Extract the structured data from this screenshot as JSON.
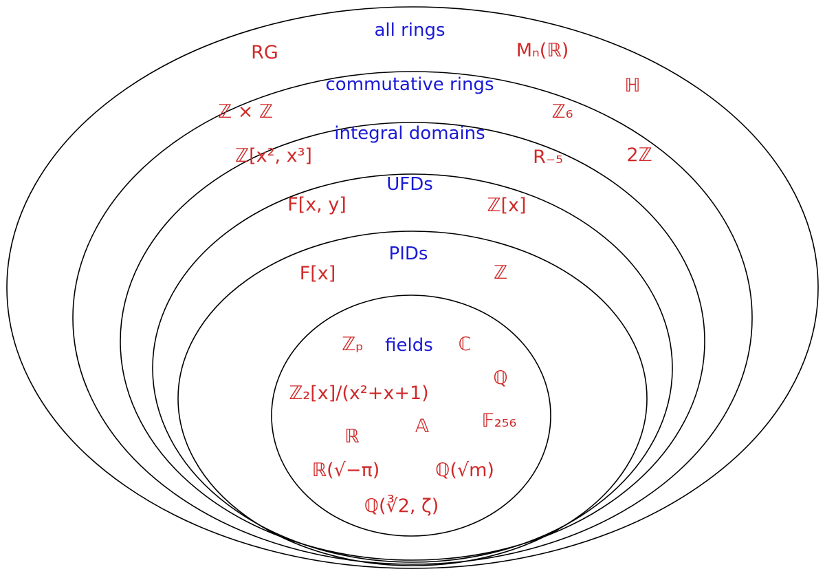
{
  "colors": {
    "class_label": "#1a1ad6",
    "example": "#d02a2a",
    "ring_stroke": "#000000"
  },
  "rings": [
    {
      "label": "all rings",
      "examples": [
        {
          "id": "rg",
          "text": "RG"
        },
        {
          "id": "matrix-ring",
          "text": "Mₙ(ℝ)"
        },
        {
          "id": "quaternions",
          "text": "ℍ"
        }
      ]
    },
    {
      "label": "commutative rings",
      "examples": [
        {
          "id": "z-times-z",
          "text": "ℤ × ℤ"
        },
        {
          "id": "z6",
          "text": "ℤ₆"
        },
        {
          "id": "two-z",
          "text": "2ℤ"
        }
      ]
    },
    {
      "label": "integral domains",
      "examples": [
        {
          "id": "z-x2-x3",
          "text": "ℤ[x², x³]"
        },
        {
          "id": "r-minus5",
          "text": "R₋₅"
        }
      ]
    },
    {
      "label": "UFDs",
      "examples": [
        {
          "id": "f-x-y",
          "text": "F[x, y]"
        },
        {
          "id": "z-x",
          "text": "ℤ[x]"
        }
      ]
    },
    {
      "label": "PIDs",
      "examples": [
        {
          "id": "f-x",
          "text": "F[x]"
        },
        {
          "id": "integers",
          "text": "ℤ"
        }
      ]
    },
    {
      "label": "fields",
      "examples": [
        {
          "id": "zp",
          "text": "ℤₚ"
        },
        {
          "id": "complex",
          "text": "ℂ"
        },
        {
          "id": "rationals",
          "text": "ℚ"
        },
        {
          "id": "z2-quotient",
          "text": "ℤ₂[x]/(x²+x+1)"
        },
        {
          "id": "algebraic",
          "text": "𝔸"
        },
        {
          "id": "f256",
          "text": "𝔽₂₅₆"
        },
        {
          "id": "reals",
          "text": "ℝ"
        },
        {
          "id": "r-sqrt-neg-pi",
          "text": "ℝ(√−π)"
        },
        {
          "id": "q-sqrt-m",
          "text": "ℚ(√m)"
        },
        {
          "id": "q-cbrt2-zeta",
          "text": "ℚ(∛2, ζ)"
        }
      ]
    }
  ]
}
